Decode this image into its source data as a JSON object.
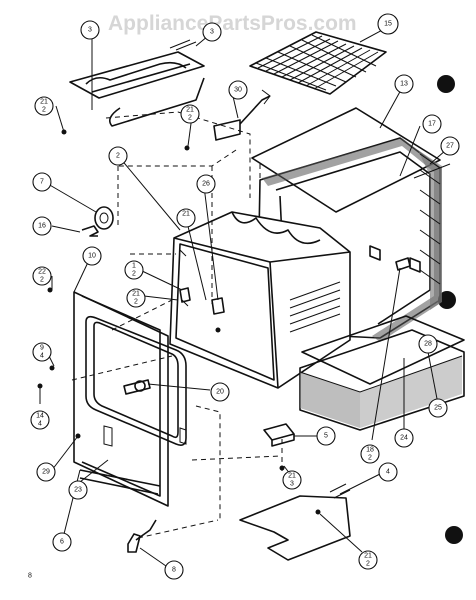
{
  "watermark": "AppliancePartsPros.com",
  "page_number": "8",
  "callouts": [
    {
      "id": "c-3-top",
      "label": "3"
    },
    {
      "id": "c-3",
      "label": "3"
    },
    {
      "id": "c-15",
      "label": "15"
    },
    {
      "id": "c-21-a",
      "label": "21"
    },
    {
      "id": "c-21-a2",
      "label": "2"
    },
    {
      "id": "c-30",
      "label": "30"
    },
    {
      "id": "c-21-b",
      "label": "21"
    },
    {
      "id": "c-21-b2",
      "label": "2"
    },
    {
      "id": "c-13",
      "label": "13"
    },
    {
      "id": "c-17",
      "label": "17"
    },
    {
      "id": "c-27",
      "label": "27"
    },
    {
      "id": "c-2",
      "label": "2"
    },
    {
      "id": "c-26",
      "label": "26"
    },
    {
      "id": "c-7",
      "label": "7"
    },
    {
      "id": "c-21-c",
      "label": "21"
    },
    {
      "id": "c-16",
      "label": "16"
    },
    {
      "id": "c-1",
      "label": "1"
    },
    {
      "id": "c-1b",
      "label": "2"
    },
    {
      "id": "c-10",
      "label": "10"
    },
    {
      "id": "c-22",
      "label": "22"
    },
    {
      "id": "c-22b",
      "label": "2"
    },
    {
      "id": "c-21-d",
      "label": "21"
    },
    {
      "id": "c-21-d2",
      "label": "2"
    },
    {
      "id": "c-9",
      "label": "9"
    },
    {
      "id": "c-9b",
      "label": "4"
    },
    {
      "id": "c-20",
      "label": "20"
    },
    {
      "id": "c-14",
      "label": "14"
    },
    {
      "id": "c-14b",
      "label": "4"
    },
    {
      "id": "c-28",
      "label": "28"
    },
    {
      "id": "c-25",
      "label": "25"
    },
    {
      "id": "c-24",
      "label": "24"
    },
    {
      "id": "c-5",
      "label": "5"
    },
    {
      "id": "c-18",
      "label": "18"
    },
    {
      "id": "c-18b",
      "label": "2"
    },
    {
      "id": "c-21-e",
      "label": "21"
    },
    {
      "id": "c-21-e2",
      "label": "3"
    },
    {
      "id": "c-29",
      "label": "29"
    },
    {
      "id": "c-23",
      "label": "23"
    },
    {
      "id": "c-4",
      "label": "4"
    },
    {
      "id": "c-6",
      "label": "6"
    },
    {
      "id": "c-21-f",
      "label": "21"
    },
    {
      "id": "c-21-f2",
      "label": "2"
    },
    {
      "id": "c-8",
      "label": "8"
    }
  ]
}
